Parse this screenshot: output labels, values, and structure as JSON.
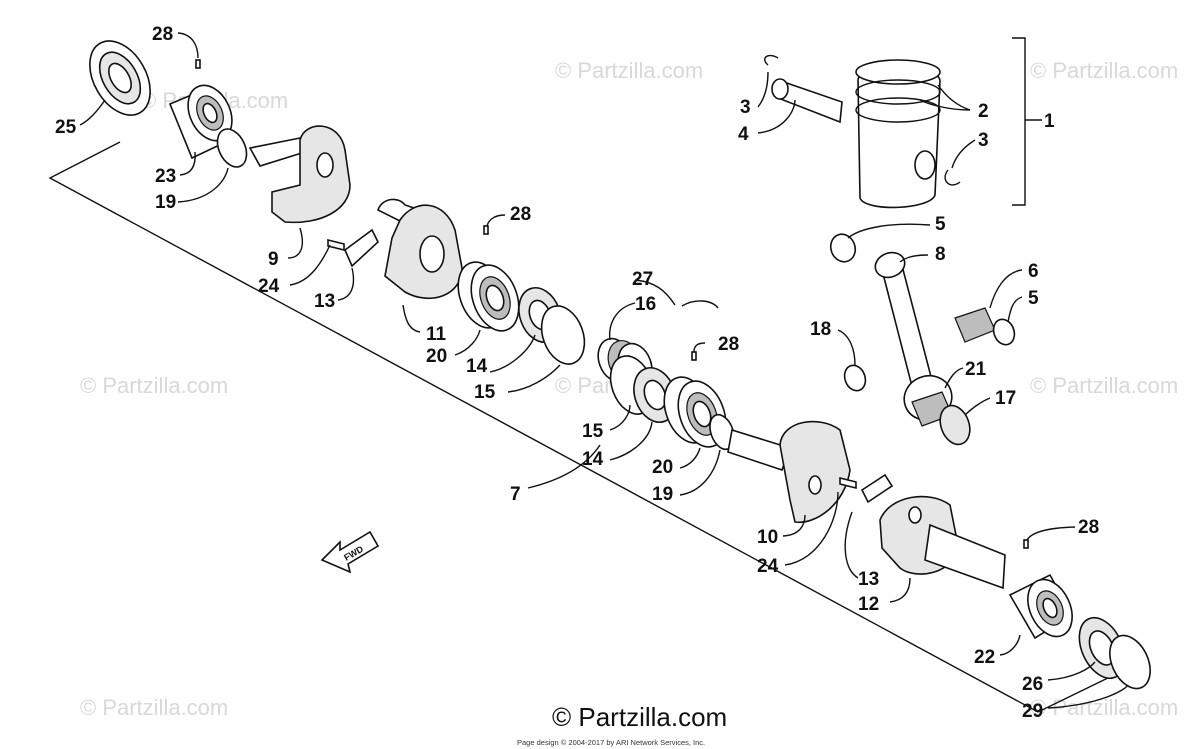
{
  "labels": {
    "l1": "1",
    "l2": "2",
    "l3a": "3",
    "l3b": "3",
    "l4": "4",
    "l5a": "5",
    "l5b": "5",
    "l6": "6",
    "l7": "7",
    "l8": "8",
    "l9": "9",
    "l10": "10",
    "l11": "11",
    "l12": "12",
    "l13a": "13",
    "l13b": "13",
    "l14a": "14",
    "l14b": "14",
    "l15a": "15",
    "l15b": "15",
    "l16": "16",
    "l17": "17",
    "l18": "18",
    "l19a": "19",
    "l19b": "19",
    "l20a": "20",
    "l20b": "20",
    "l21": "21",
    "l22": "22",
    "l23": "23",
    "l24a": "24",
    "l24b": "24",
    "l25": "25",
    "l26": "26",
    "l27": "27",
    "l28a": "28",
    "l28b": "28",
    "l28c": "28",
    "l28d": "28",
    "l29": "29"
  },
  "fwd_label": "FWD",
  "watermark": "© Partzilla.com",
  "brand": "© Partzilla.com",
  "credit": "Page design © 2004-2017 by ARI Network Services, Inc."
}
